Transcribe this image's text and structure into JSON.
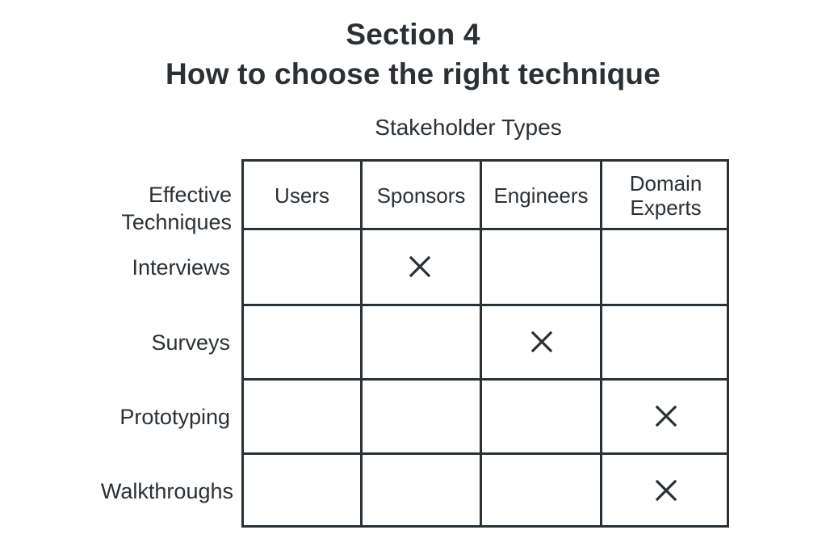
{
  "header": {
    "title_line1": "Section 4",
    "title_line2": "How to choose the right technique"
  },
  "matrix": {
    "column_group_label": "Stakeholder Types",
    "row_group_label_line1": "Effective",
    "row_group_label_line2": "Techniques",
    "columns": [
      {
        "label": "Users"
      },
      {
        "label": "Sponsors"
      },
      {
        "label": "Engineers"
      },
      {
        "label_line1": "Domain",
        "label_line2": "Experts"
      }
    ],
    "rows": [
      {
        "label": "Interviews",
        "marks": [
          false,
          true,
          false,
          false
        ]
      },
      {
        "label": "Surveys",
        "marks": [
          false,
          false,
          true,
          false
        ]
      },
      {
        "label": "Prototyping",
        "marks": [
          false,
          false,
          false,
          true
        ]
      },
      {
        "label": "Walkthroughs",
        "marks": [
          false,
          false,
          false,
          true
        ]
      }
    ],
    "mark_icon": "x-mark-icon",
    "line_color": "#2b3035",
    "text_color": "#2b3035",
    "background_color": "#ffffff"
  }
}
